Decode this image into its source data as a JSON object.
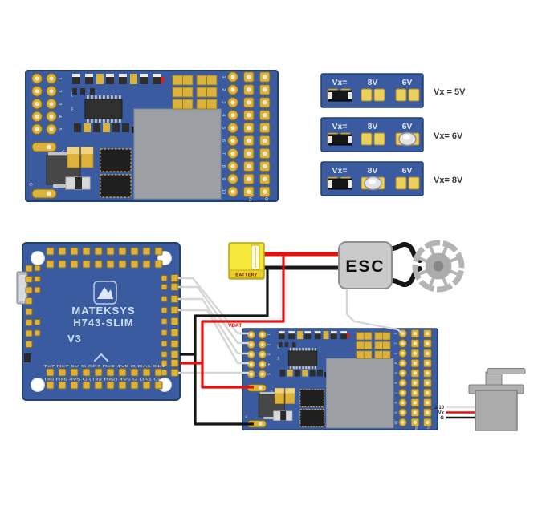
{
  "colors": {
    "pcb_blue": "#3a5ba0",
    "pcb_border": "#24406f",
    "pad_gold": "#d9b33c",
    "pad_gold_light": "#ecd05c",
    "pad_gold_dark": "#8a6a1f",
    "pad_hole": "#f4e9c8",
    "shield_gray": "#9c9fa3",
    "ic_dark": "#2e2e2e",
    "wire_red": "#e8100c",
    "wire_black": "#161616",
    "wire_gray": "#d6d6d6",
    "battery_yellow": "#f6e93c",
    "esc_gray": "#cacaca",
    "motor_gray": "#b4b4b4",
    "servo_gray": "#ababab",
    "label_dark": "#3a3a3a",
    "silk_light": "#d8e2f2",
    "vbat_red": "#e8100c"
  },
  "pdb_board": {
    "left_pin_labels": [
      "1",
      "2",
      "3",
      "4",
      "5"
    ],
    "selector_labels": [
      "8V",
      "6V"
    ],
    "vbat_pad_label": "Vbat",
    "gnd_pad_label": "G",
    "right_pin_labels": [
      "1",
      "2",
      "3",
      "4",
      "5",
      "6",
      "7",
      "8",
      "9",
      "10"
    ],
    "right_bottom_labels": [
      "Vx",
      "G"
    ]
  },
  "jumper_section": {
    "boards": [
      {
        "labels": [
          "Vx=",
          "8V",
          "6V"
        ],
        "bridged": "",
        "note": "Vx = 5V"
      },
      {
        "labels": [
          "Vx=",
          "8V",
          "6V"
        ],
        "bridged": "6V",
        "note": "Vx= 6V"
      },
      {
        "labels": [
          "Vx=",
          "8V",
          "6V"
        ],
        "bridged": "8V",
        "note": "Vx= 8V"
      }
    ]
  },
  "flight_controller": {
    "brand": "MATEKSYS",
    "model": "H743-SLIM",
    "version": "V3",
    "bottom_pad_row1": "Tx7 Rx7 5V G Ch7 Rx3 4V5 G DA1 CL1",
    "bottom_pad_row2": "Tx6 Rx6 4V5 G (Tx2 Rx2) 4V5 G DA1 CL1"
  },
  "power_chain": {
    "battery_label": "BATTERY",
    "esc_label": "ESC",
    "vbat_wire_label": "VBAT"
  },
  "servo": {
    "signal_label": "2-10",
    "vx_label": "Vx",
    "gnd_label": "G"
  }
}
